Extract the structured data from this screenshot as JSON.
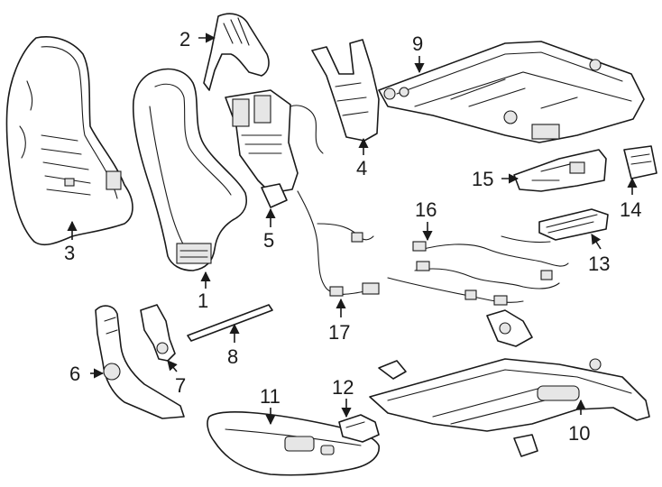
{
  "diagram": {
    "callouts": {
      "c1": "1",
      "c2": "2",
      "c3": "3",
      "c4": "4",
      "c5": "5",
      "c6": "6",
      "c7": "7",
      "c8": "8",
      "c9": "9",
      "c10": "10",
      "c11": "11",
      "c12": "12",
      "c13": "13",
      "c14": "14",
      "c15": "15",
      "c16": "16",
      "c17": "17"
    }
  }
}
